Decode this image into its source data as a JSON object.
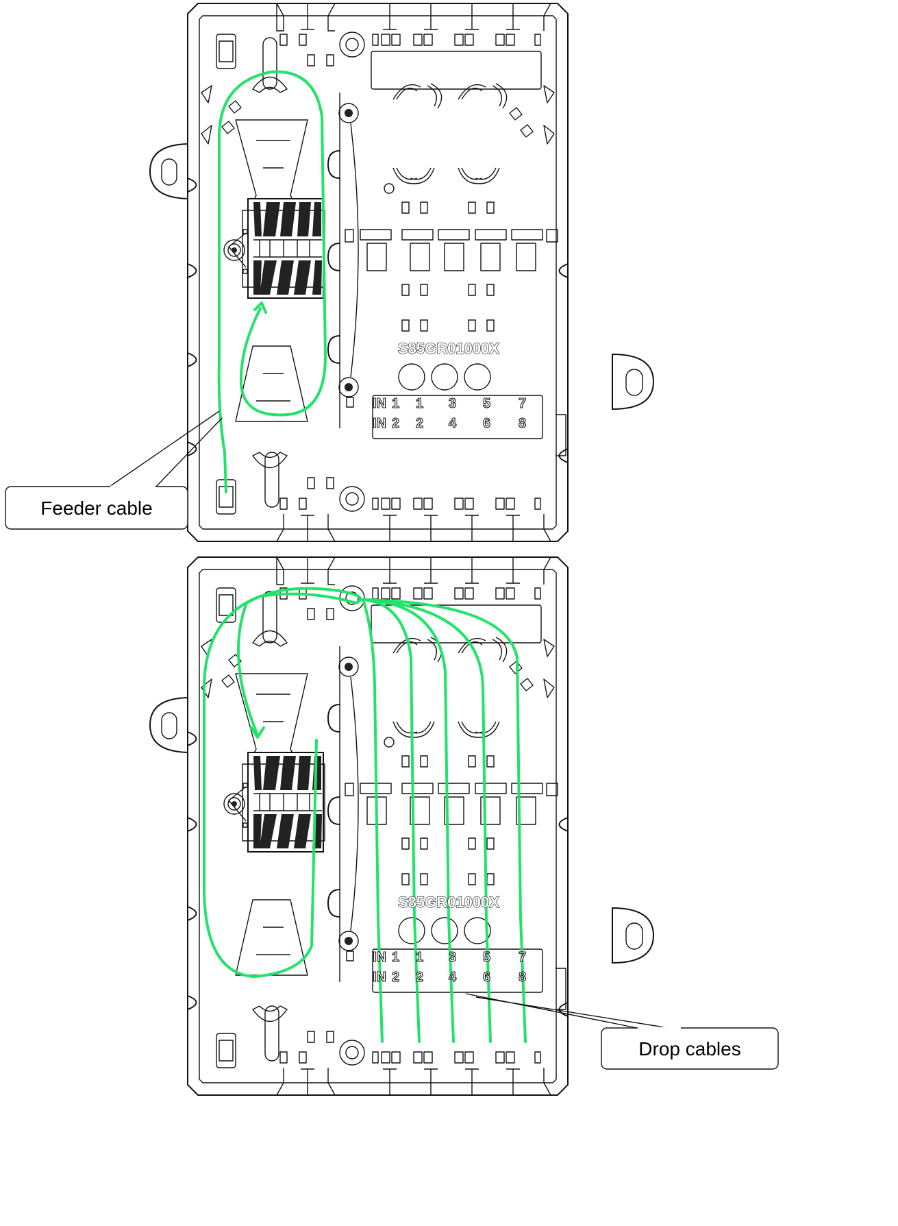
{
  "panels": [
    {
      "id": "top",
      "model_code": "S85GR01000X",
      "port_labels": {
        "row1": [
          "IN",
          "1",
          "1",
          "3",
          "5",
          "7"
        ],
        "row2": [
          "IN",
          "2",
          "2",
          "4",
          "6",
          "8"
        ]
      },
      "callout": "Feeder cable"
    },
    {
      "id": "bottom",
      "model_code": "S85GR01000X",
      "port_labels": {
        "row1": [
          "IN",
          "1",
          "1",
          "3",
          "5",
          "7"
        ],
        "row2": [
          "IN",
          "2",
          "2",
          "4",
          "6",
          "8"
        ]
      },
      "callout": "Drop cables"
    }
  ],
  "colors": {
    "cable": "#22e36a",
    "outline": "#111111",
    "background": "#ffffff"
  }
}
